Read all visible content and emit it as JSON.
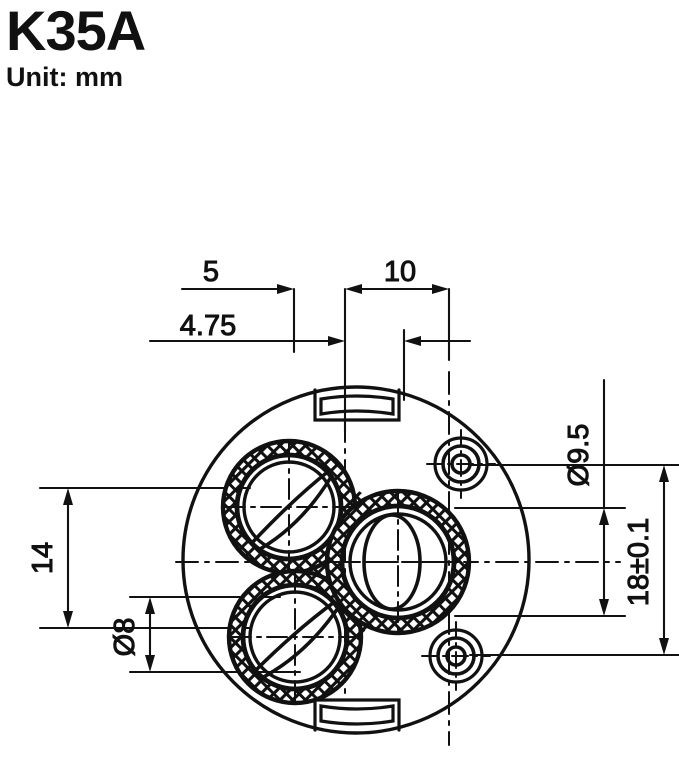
{
  "title": {
    "model": "K35A",
    "unit_note": "Unit: mm"
  },
  "drawing": {
    "view_name": "front-view-cross-section",
    "dimensions": {
      "top_left": "5",
      "top_right": "10",
      "second_row_left": "4.75",
      "right_outer": "18±0.1",
      "right_inner": "Ø9.5",
      "left_outer": "14",
      "left_inner": "Ø8"
    },
    "features": {
      "body_outline": "outer-body-circle",
      "tab_top": "mounting-tab-top",
      "tab_bottom": "mounting-tab-bottom",
      "port_upper_left": "hatched-port-upper-left",
      "port_lower_left": "hatched-port-lower-left",
      "port_center_right": "hatched-port-center-right",
      "screw_upper_right": "screw-boss-upper-right",
      "screw_lower_right": "screw-boss-lower-right"
    },
    "colors": {
      "line": "#111111",
      "background": "#ffffff"
    }
  }
}
